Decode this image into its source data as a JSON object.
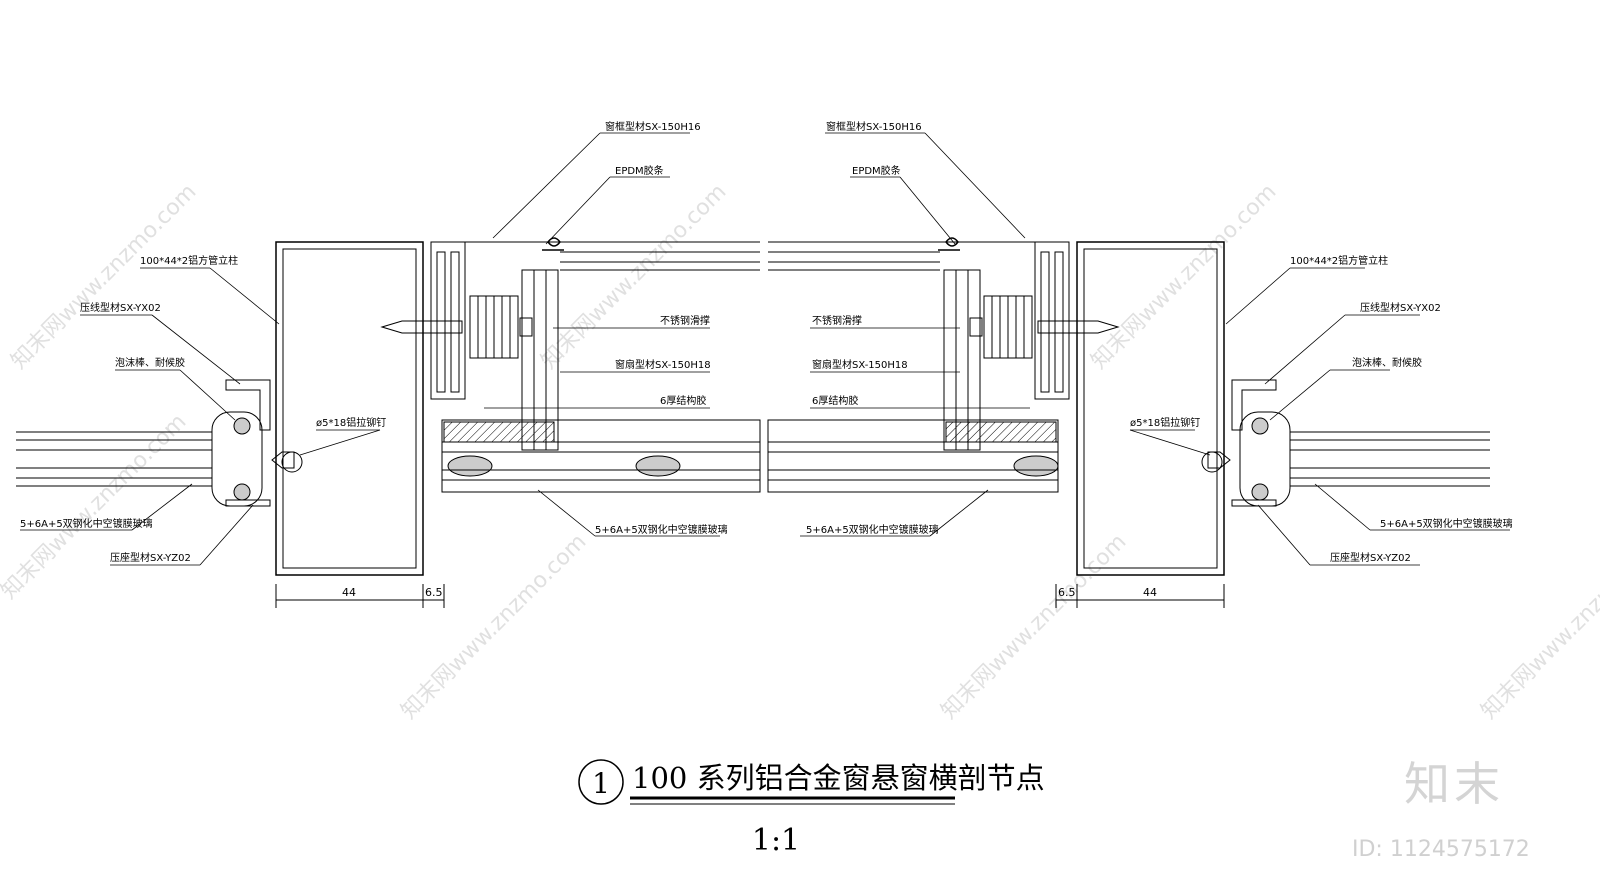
{
  "drawing": {
    "title": "100 系列铝合金窗悬窗横剖节点",
    "detail_number": "1",
    "scale": "1:1",
    "labels": {
      "frame_profile": "窗框型材SX-150H16",
      "epdm_strip": "EPDM胶条",
      "steel_tube": "100*44*2铝方管立柱",
      "pressure_line": "压线型材SX-YX02",
      "foam_rod": "泡沫棒、耐候胶",
      "stainless_brace": "不锈钢滑撑",
      "sash_profile": "窗扇型材SX-150H18",
      "structural_glue": "6厚结构胶",
      "rivet": "ø5*18铝拉铆钉",
      "glass": "5+6A+5双钢化中空镀膜玻璃",
      "base_profile": "压座型材SX-YZ02"
    },
    "dimensions": {
      "tube_width": "44",
      "gap": "6.5"
    }
  },
  "watermark": {
    "text": "知末网www.znzmo.com",
    "brand": "知末",
    "id_label": "ID: 1124575172"
  }
}
